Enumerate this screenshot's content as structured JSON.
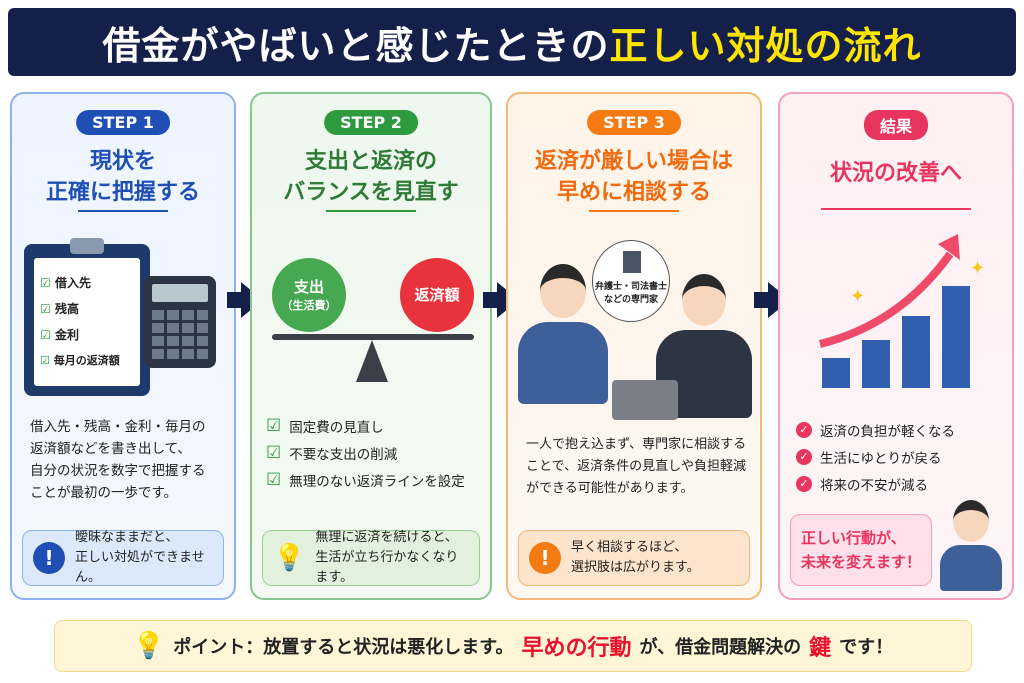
{
  "title": {
    "part1": "借金がやばいと感じたときの",
    "part2": "正しい対処の流れ"
  },
  "steps": [
    {
      "badge": "STEP 1",
      "heading_l1": "現状を",
      "heading_l2": "正確に把握する",
      "clipboard": [
        "借入先",
        "残高",
        "金利",
        "毎月の返済額"
      ],
      "body": [
        "借入先・残高・金利・毎月の",
        "返済額などを書き出して、",
        "自分の状況を数字で把握する",
        "ことが最初の一歩です。"
      ],
      "note": [
        "曖昧なままだと、",
        "正しい対処ができません。"
      ],
      "color": "#1f4fb5"
    },
    {
      "badge": "STEP 2",
      "heading_l1": "支出と返済の",
      "heading_l2": "バランスを見直す",
      "scale_left_l1": "支出",
      "scale_left_l2": "（生活費）",
      "scale_right": "返済額",
      "checks": [
        "固定費の見直し",
        "不要な支出の削減",
        "無理のない返済ラインを設定"
      ],
      "note": [
        "無理に返済を続けると、",
        "生活が立ち行かなくなります。"
      ],
      "color": "#2e9a3e"
    },
    {
      "badge": "STEP 3",
      "heading_l1": "返済が厳しい場合は",
      "heading_l2": "早めに相談する",
      "bubble_l1": "弁護士・司法書士",
      "bubble_l2": "などの専門家",
      "body": [
        "一人で抱え込まず、専門家に相談する",
        "ことで、返済条件の見直しや負担軽減",
        "ができる可能性があります。"
      ],
      "note": [
        "早く相談するほど、",
        "選択肢は広がります。"
      ],
      "color": "#f47a12"
    },
    {
      "badge": "結果",
      "heading_l1": "状況の改善へ",
      "checks": [
        "返済の負担が軽くなる",
        "生活にゆとりが戻る",
        "将来の不安が減る"
      ],
      "note": [
        "正しい行動が、",
        "未来を変えます！"
      ],
      "color": "#e8355f"
    }
  ],
  "bottom": {
    "prefix": "ポイント：放置すると状況は悪化します。",
    "emph1": "早めの行動",
    "mid": "が、借金問題解決の",
    "emph2": "鍵",
    "suffix": "です！"
  }
}
